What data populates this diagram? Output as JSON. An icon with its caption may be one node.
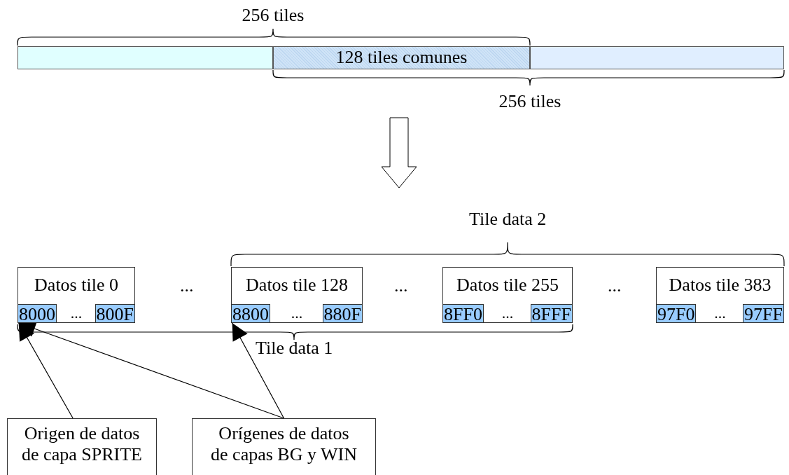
{
  "diagram": {
    "nodes": [
      {
        "text": [],
        "shape": "bar"
      },
      {
        "text": [
          "128 tiles comunes"
        ]
      },
      {
        "text": [],
        "shape": "bar"
      },
      {
        "text": [
          "Datos tile 0",
          "..."
        ]
      },
      {
        "text": [
          "8000"
        ],
        "in": 3
      },
      {
        "text": [
          "800F"
        ],
        "in": 3
      },
      {
        "text": [
          "Datos tile 128",
          "..."
        ]
      },
      {
        "text": [
          "8800"
        ],
        "in": 6
      },
      {
        "text": [
          "880F"
        ],
        "in": 6
      },
      {
        "text": [
          "Datos tile 255",
          "..."
        ]
      },
      {
        "text": [
          "8FF0"
        ],
        "in": 9
      },
      {
        "text": [
          "8FFF"
        ],
        "in": 9
      },
      {
        "text": [
          "Datos tile 383",
          "..."
        ]
      },
      {
        "text": [
          "97F0"
        ],
        "in": 12
      },
      {
        "text": [
          "97FF"
        ],
        "in": 12
      },
      {
        "text": [
          "Origen de datos de capa SPRITE"
        ]
      },
      {
        "text": [
          "Orígenes de datos de capas BG y WIN"
        ]
      }
    ],
    "edges": [
      {
        "from": 15,
        "to": 4,
        "arrow": "to"
      },
      {
        "from": 16,
        "to": 4,
        "arrow": "to"
      },
      {
        "from": 16,
        "to": 7,
        "arrow": "to"
      }
    ],
    "labels": [
      "256 tiles",
      "256 tiles",
      "Tile data 2",
      "...",
      "...",
      "...",
      "Tile data 1"
    ]
  }
}
